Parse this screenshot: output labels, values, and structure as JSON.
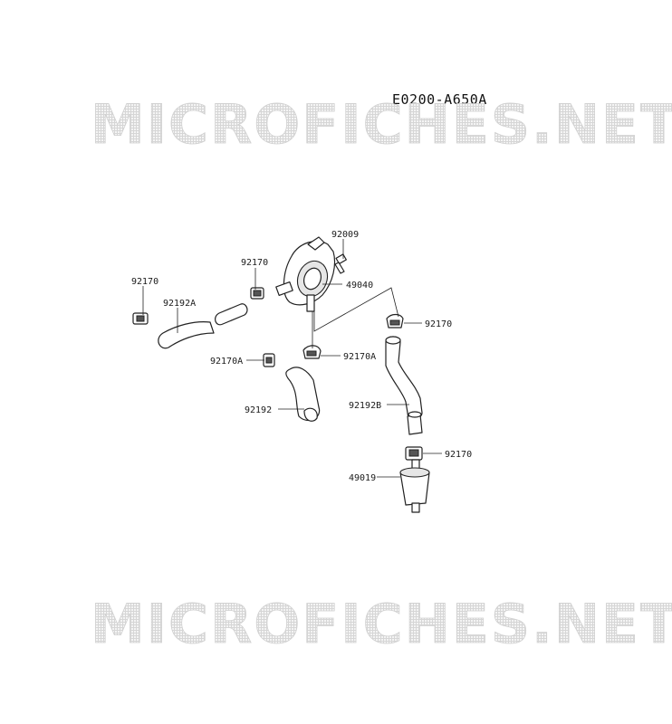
{
  "diagram": {
    "reference_code": "E0200-A650A",
    "watermarks": [
      "MICROFICHES.NET",
      "MICROFICHES.NET"
    ],
    "callouts": {
      "bolt_92009": "92009",
      "fuel_pump_49040": "49040",
      "clamp_92170_pump_left": "92170",
      "clamp_92170_far_left": "92170",
      "hose_92192A": "92192A",
      "clamp_92170A_left": "92170A",
      "clamp_92170A_right": "92170A",
      "hose_92192": "92192",
      "clamp_92170_right_upper": "92170",
      "hose_92192B": "92192B",
      "clamp_92170_right_lower": "92170",
      "filter_49019": "49019"
    }
  }
}
